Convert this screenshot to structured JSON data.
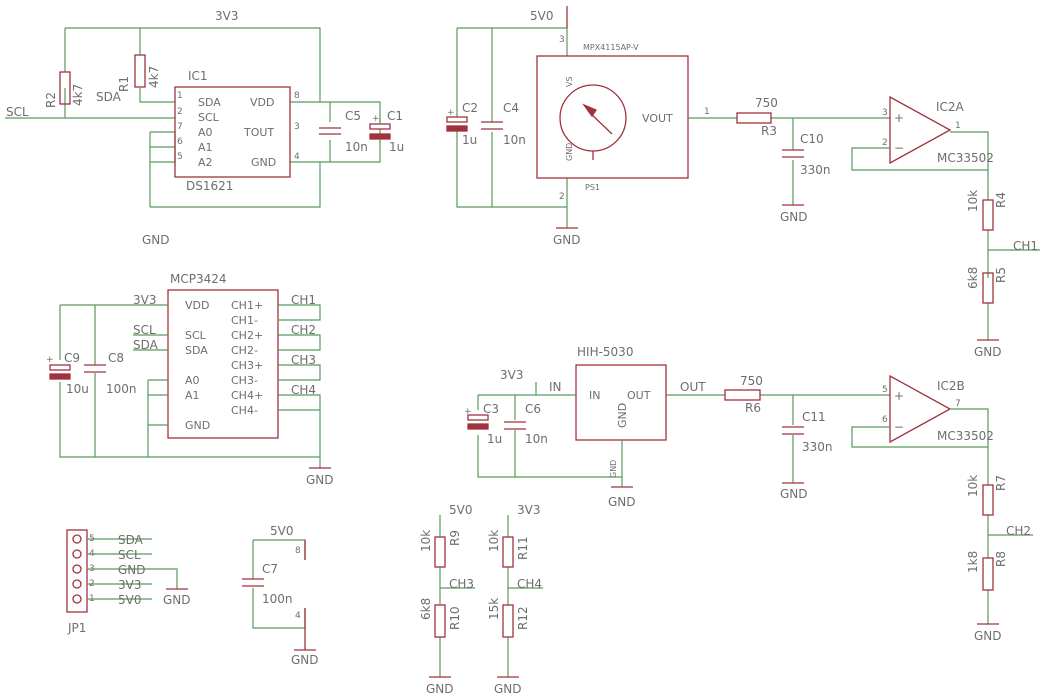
{
  "power": {
    "v3v3": "3V3",
    "v5v0": "5V0",
    "gnd": "GND"
  },
  "ic1": {
    "name": "IC1",
    "value": "DS1621",
    "pins": {
      "sda": "SDA",
      "scl": "SCL",
      "a0": "A0",
      "a1": "A1",
      "a2": "A2",
      "vdd": "VDD",
      "tout": "TOUT",
      "gnd": "GND"
    },
    "pin_numbers": {
      "sda": "1",
      "scl": "2",
      "a0": "7",
      "a1": "6",
      "a2": "5",
      "vdd": "8",
      "tout": "3",
      "gnd": "4"
    }
  },
  "net_labels": {
    "scl": "SCL",
    "sda": "SDA",
    "ch1": "CH1",
    "ch2": "CH2",
    "ch3": "CH3",
    "ch4": "CH4",
    "in": "IN",
    "out": "OUT"
  },
  "resistors": {
    "r1": {
      "name": "R1",
      "value": "4k7"
    },
    "r2": {
      "name": "R2",
      "value": "4k7"
    },
    "r3": {
      "name": "R3",
      "value": "750"
    },
    "r4": {
      "name": "R4",
      "value": "10k"
    },
    "r5": {
      "name": "R5",
      "value": "6k8"
    },
    "r6": {
      "name": "R6",
      "value": "750"
    },
    "r7": {
      "name": "R7",
      "value": "10k"
    },
    "r8": {
      "name": "R8",
      "value": "1k8"
    },
    "r9": {
      "name": "R9",
      "value": "10k"
    },
    "r10": {
      "name": "R10",
      "value": "6k8"
    },
    "r11": {
      "name": "R11",
      "value": "10k"
    },
    "r12": {
      "name": "R12",
      "value": "15k"
    }
  },
  "capacitors": {
    "c1": {
      "name": "C1",
      "value": "1u"
    },
    "c2": {
      "name": "C2",
      "value": "1u"
    },
    "c3": {
      "name": "C3",
      "value": "1u"
    },
    "c4": {
      "name": "C4",
      "value": "10n"
    },
    "c5": {
      "name": "C5",
      "value": "10n"
    },
    "c6": {
      "name": "C6",
      "value": "10n"
    },
    "c7": {
      "name": "C7",
      "value": "100n"
    },
    "c8": {
      "name": "C8",
      "value": "100n"
    },
    "c9": {
      "name": "C9",
      "value": "10u"
    },
    "c10": {
      "name": "C10",
      "value": "330n"
    },
    "c11": {
      "name": "C11",
      "value": "330n"
    }
  },
  "ps1": {
    "name": "PS1",
    "value": "MPX4115AP-V",
    "pins": {
      "vs": "VS",
      "gnd": "GND",
      "vout": "VOUT"
    },
    "pin_numbers": {
      "vs": "3",
      "gnd": "2",
      "vout": "1"
    }
  },
  "ic2a": {
    "name": "IC2A",
    "value": "MC33502",
    "pin_numbers": {
      "plus": "3",
      "minus": "2",
      "out": "1"
    }
  },
  "ic2b": {
    "name": "IC2B",
    "value": "MC33502",
    "pin_numbers": {
      "plus": "5",
      "minus": "6",
      "out": "7"
    }
  },
  "opamp_signs": {
    "plus": "+",
    "minus": "−"
  },
  "mcp": {
    "value": "MCP3424",
    "pins": {
      "vdd": "VDD",
      "scl": "SCL",
      "sda": "SDA",
      "a0": "A0",
      "a1": "A1",
      "gnd": "GND",
      "ch1p": "CH1+",
      "ch1m": "CH1-",
      "ch2p": "CH2+",
      "ch2m": "CH2-",
      "ch3p": "CH3+",
      "ch3m": "CH3-",
      "ch4p": "CH4+",
      "ch4m": "CH4-"
    }
  },
  "hih": {
    "value": "HIH-5030",
    "pins": {
      "in": "IN",
      "out": "OUT",
      "gnd": "GND"
    }
  },
  "jp1": {
    "name": "JP1",
    "pins": [
      {
        "num": "5",
        "label": "SDA"
      },
      {
        "num": "4",
        "label": "SCL"
      },
      {
        "num": "3",
        "label": "GND"
      },
      {
        "num": "2",
        "label": "3V3"
      },
      {
        "num": "1",
        "label": "5V0"
      }
    ]
  },
  "c7_pin_numbers": {
    "top": "8",
    "bottom": "4"
  }
}
